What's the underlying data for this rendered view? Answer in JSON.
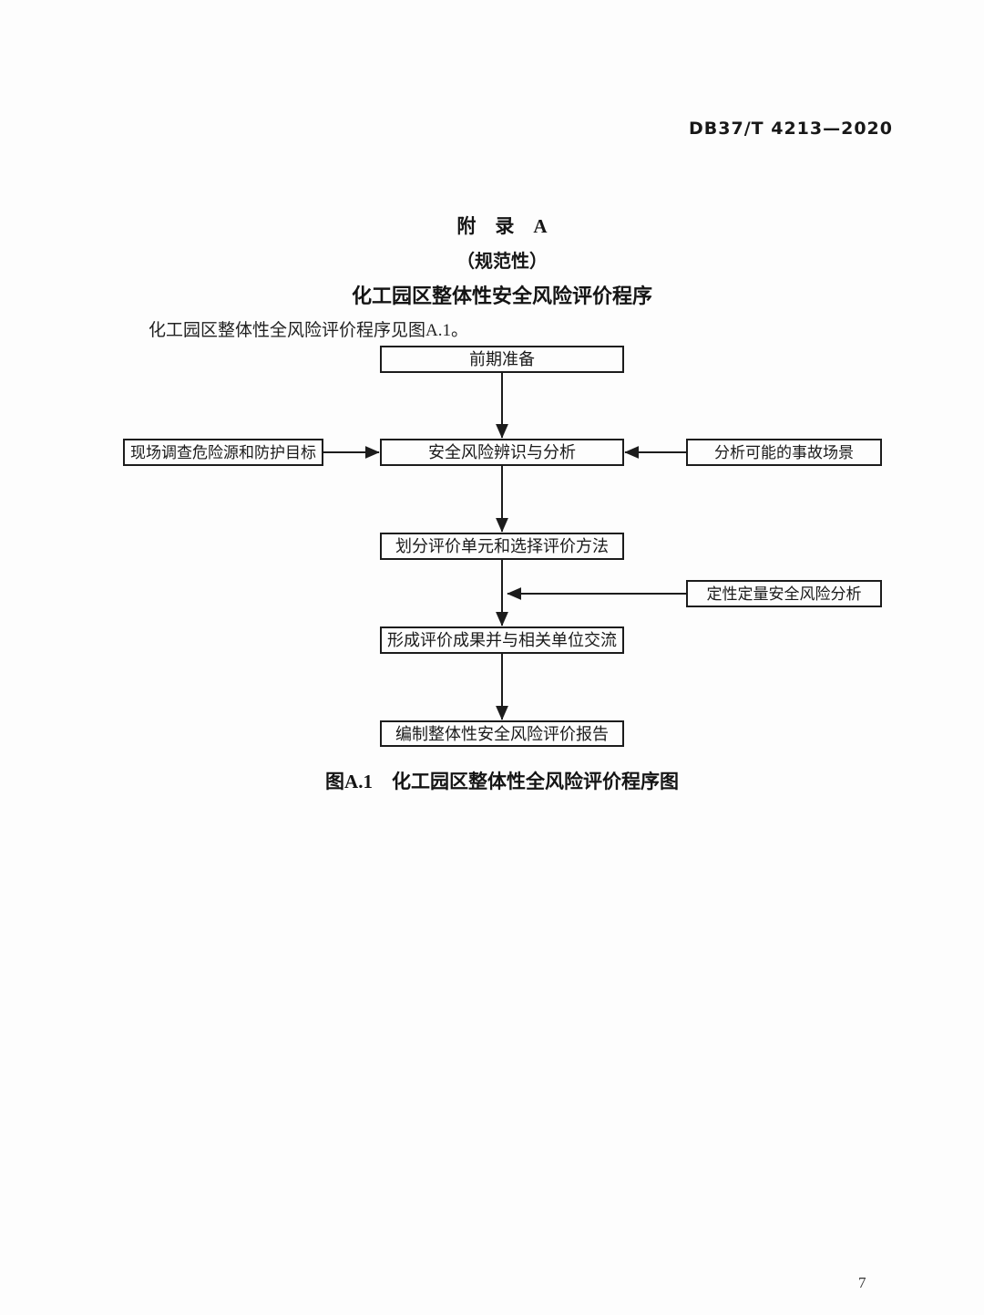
{
  "page": {
    "header_code": "DB37/T 4213—2020",
    "page_number": "7"
  },
  "appendix": {
    "title_line1": "附　录　A",
    "title_line2": "（规范性）",
    "title_line3": "化工园区整体性安全风险评价程序",
    "intro_text": "化工园区整体性全风险评价程序见图A.1。"
  },
  "flowchart": {
    "nodes": {
      "preparation": "前期准备",
      "site_survey": "现场调查危险源和防护目标",
      "risk_identification": "安全风险辨识与分析",
      "accident_scenarios": "分析可能的事故场景",
      "unit_division": "划分评价单元和选择评价方法",
      "qual_quant_analysis": "定性定量安全风险分析",
      "results_exchange": "形成评价成果并与相关单位交流",
      "report_compilation": "编制整体性安全风险评价报告"
    },
    "caption": "图A.1　化工园区整体性全风险评价程序图",
    "line_color": "#1c1c1c"
  }
}
